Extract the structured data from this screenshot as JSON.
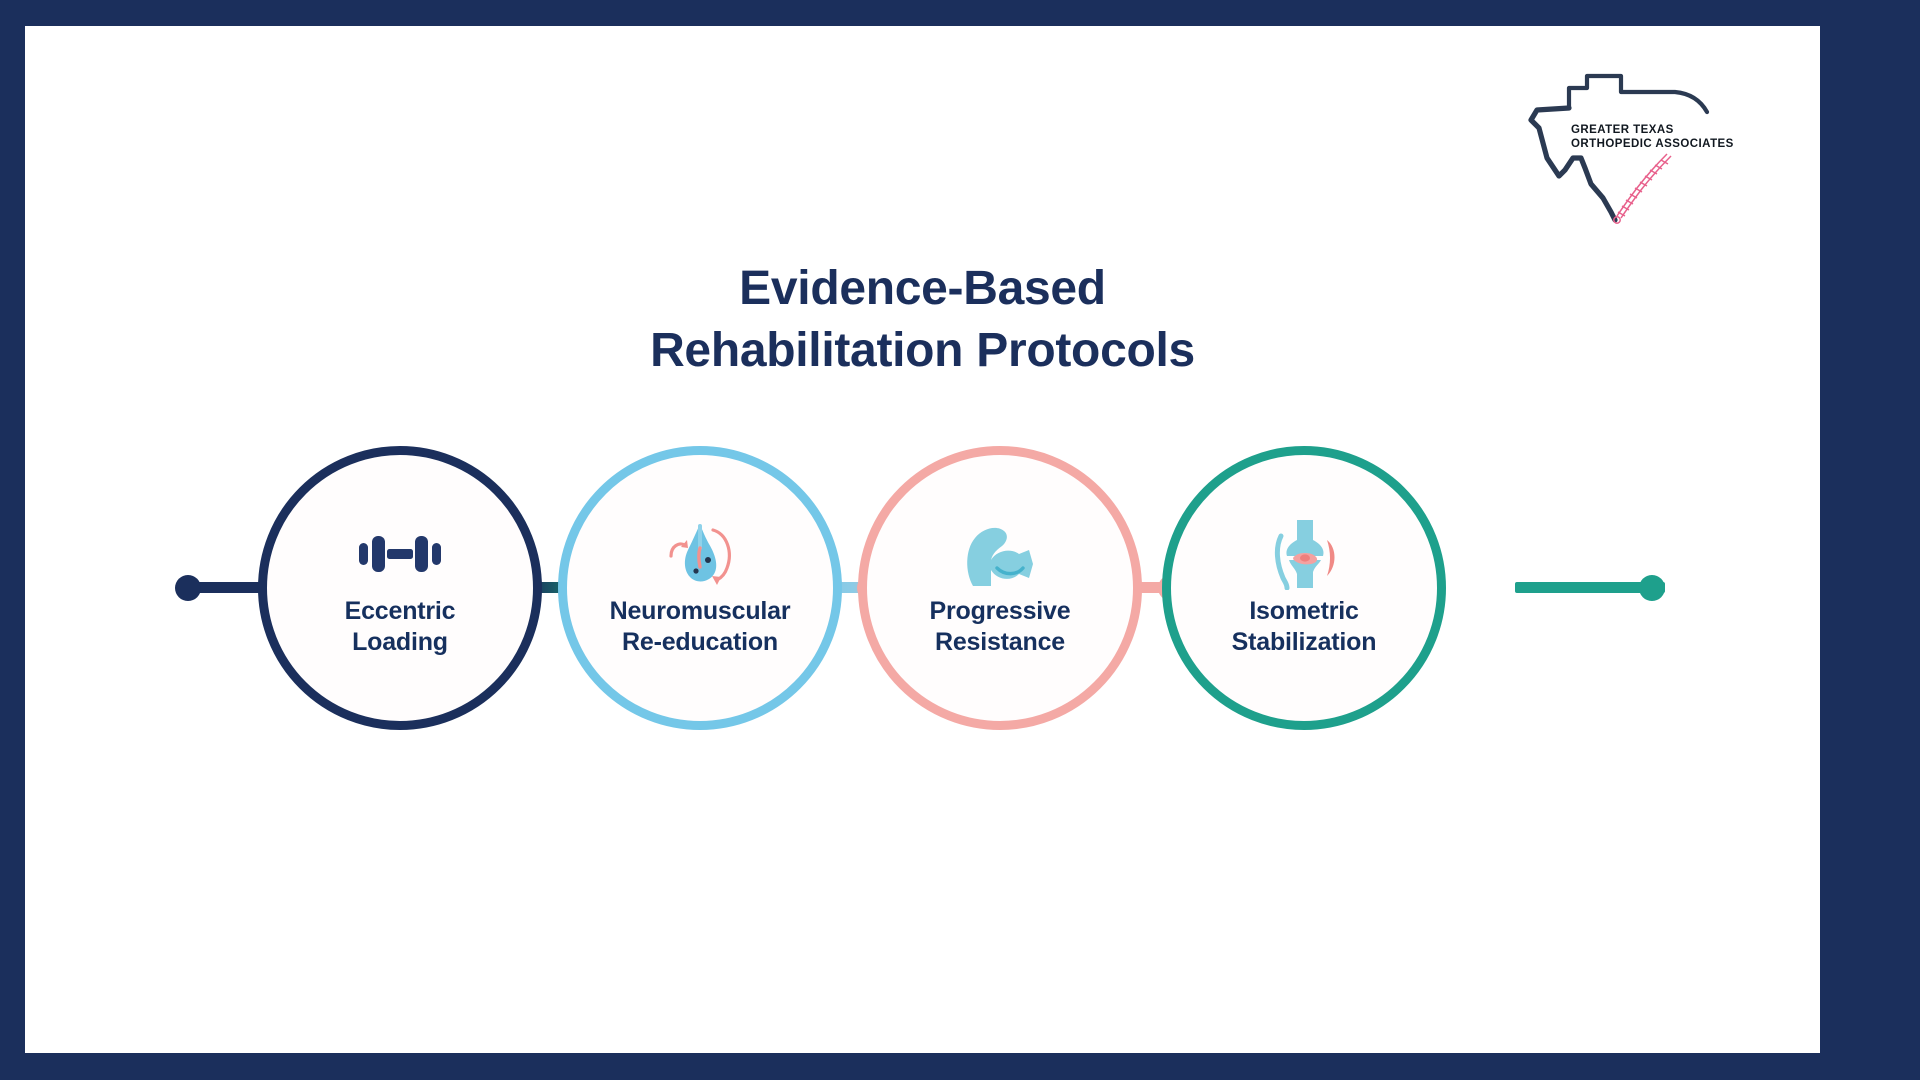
{
  "frame": {
    "border_color": "#1b2f5c",
    "background_color": "#ffffff"
  },
  "logo": {
    "name": "greater-texas-orthopedic-associates-logo",
    "line1": "GREATER TEXAS",
    "line2": "ORTHOPEDIC  ASSOCIATES",
    "outline_color": "#2b3a52",
    "spine_color": "#e8618c"
  },
  "title": {
    "line1": "Evidence-Based",
    "line2": "Rehabilitation Protocols",
    "color": "#1b2f5c"
  },
  "diagram": {
    "type": "process-chain",
    "end_cap_left_color": "#1b2f5c",
    "end_cap_right_color": "#1ea08c",
    "nodes": [
      {
        "label": "Eccentric\nLoading",
        "ring_color": "#1b2f5c",
        "icon": "dumbbell-icon",
        "icon_color": "#23386b"
      },
      {
        "label": "Neuromuscular\nRe-education",
        "ring_color": "#74c7e8",
        "icon": "neuron-droplet-icon",
        "icon_color": "#6ec3e3",
        "icon_accent": "#f2928f"
      },
      {
        "label": "Progressive\nResistance",
        "ring_color": "#f4a9a5",
        "icon": "flexed-bicep-icon",
        "icon_color": "#86cfe0"
      },
      {
        "label": "Isometric\nStabilization",
        "ring_color": "#1ea08c",
        "icon": "knee-joint-icon",
        "icon_color": "#86cfe0",
        "icon_accent": "#f08a86"
      }
    ],
    "connectors": [
      {
        "from": "Eccentric Loading",
        "to": "Neuromuscular Re-education",
        "start_color": "#1b2f5c",
        "end_color": "#1ea08c",
        "dot_color": "#1b2f5c"
      },
      {
        "from": "Neuromuscular Re-education",
        "to": "Progressive Resistance",
        "start_color": "#74c7e8",
        "end_color": "#f4a9a5",
        "dot_color": "#f4a9a5"
      },
      {
        "from": "Progressive Resistance",
        "to": "Isometric Stabilization",
        "start_color": "#f4a9a5",
        "end_color": "#1ea08c",
        "dot_color": "#f4a9a5"
      }
    ]
  }
}
